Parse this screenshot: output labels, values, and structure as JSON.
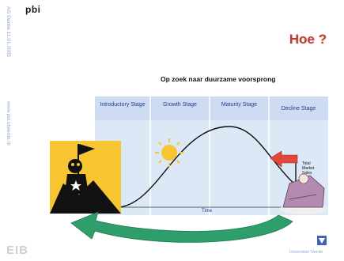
{
  "header": {
    "logo": "pbi",
    "side_text_date": "AG Dantie 11.01.2005",
    "side_text_url": "www.pbi.utwente.nl"
  },
  "slide": {
    "title": "Hoe ?",
    "subtitle": "Op zoek naar duurzame voorsprong"
  },
  "diagram": {
    "stages": [
      "Introductory Stage",
      "Growth Stage",
      "Maturity Stage",
      "Decline Stage"
    ],
    "sign_label": "Total Market Sales",
    "axis_label": "Time"
  },
  "footer": {
    "left_logo": "EIB",
    "right_text": "Universiteit Twente"
  },
  "colors": {
    "title": "#c0392b",
    "band": "#dde8f7",
    "arrow": "#2e9e6a",
    "sun": "#f7c531"
  }
}
